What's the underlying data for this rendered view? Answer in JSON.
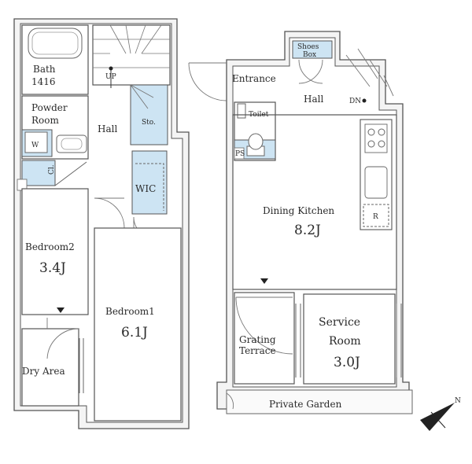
{
  "floor1": {
    "bath": "Bath",
    "bath_size": "1416",
    "up": "UP",
    "powder_1": "Powder",
    "powder_2": "Room",
    "washer": "W",
    "closet": "Cl.",
    "hall": "Hall",
    "storage": "Sto.",
    "wic": "WIC",
    "bedroom2": "Bedroom2",
    "bedroom2_size": "3.4J",
    "bedroom1": "Bedroom1",
    "bedroom1_size": "6.1J",
    "dry_area": "Dry Area"
  },
  "floor2": {
    "shoes_1": "Shoes",
    "shoes_2": "Box",
    "entrance": "Entrance",
    "hall": "Hall",
    "dn": "DN",
    "toilet": "Toilet",
    "ps": "PS",
    "dining_kitchen": "Dining Kitchen",
    "dining_kitchen_size": "8.2J",
    "fridge": "R",
    "grating_1": "Grating",
    "grating_2": "Terrace",
    "service_1": "Service",
    "service_2": "Room",
    "service_size": "3.0J",
    "private_garden": "Private Garden",
    "compass_n": "N"
  }
}
